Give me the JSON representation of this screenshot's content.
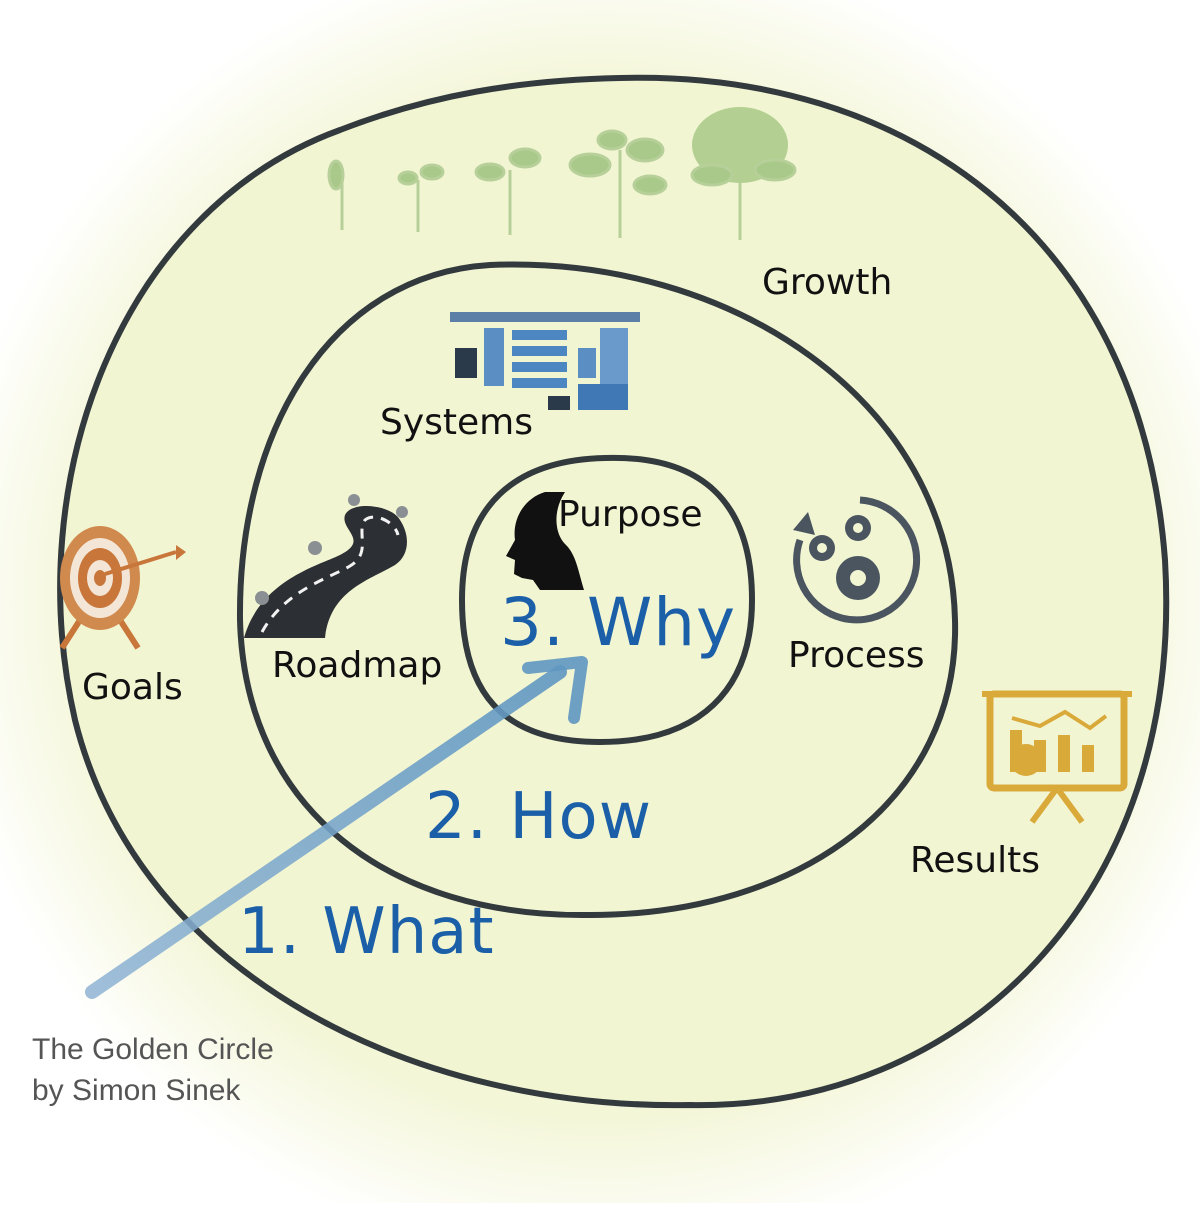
{
  "labels": {
    "growth": "Growth",
    "systems": "Systems",
    "purpose": "Purpose",
    "roadmap": "Roadmap",
    "process": "Process",
    "goals": "Goals",
    "results": "Results"
  },
  "steps": {
    "why": "3. Why",
    "how": "2. How",
    "what": "1. What"
  },
  "caption": {
    "line1": "The Golden Circle",
    "line2": "by Simon Sinek"
  },
  "colors": {
    "fill": "#f2f5d2",
    "stroke": "#333a3d",
    "hand_text": "#1a5fa8",
    "arrow": "#6b9fc6",
    "plant": "#a9c98a",
    "goals_target": "#c8763a",
    "results_gold": "#d9a93a",
    "gear": "#4a5560"
  },
  "icons": {
    "growth": "plants-growing-icon",
    "systems": "system-flowchart-icon",
    "purpose": "head-silhouette-icon",
    "roadmap": "winding-road-icon",
    "process": "gears-cycle-icon",
    "goals": "archery-target-icon",
    "results": "presentation-chart-icon"
  }
}
